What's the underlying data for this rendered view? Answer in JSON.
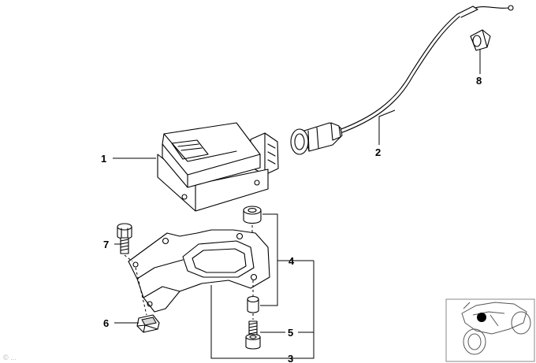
{
  "callouts": {
    "c1": "1",
    "c2": "2",
    "c3": "3",
    "c4": "4",
    "c5": "5",
    "c6": "6",
    "c7": "7",
    "c8": "8"
  },
  "watermark": "© ..."
}
